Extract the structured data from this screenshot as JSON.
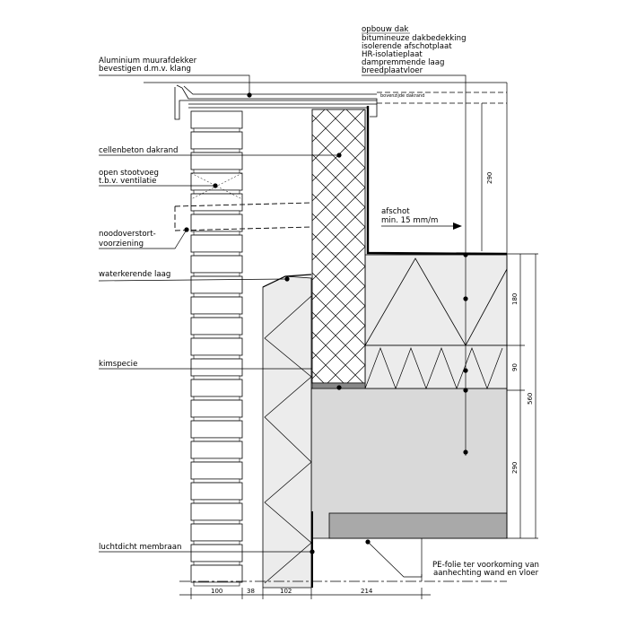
{
  "roof_buildup": {
    "title": "opbouw dak",
    "layers": [
      "bitumineuze dakbedekking",
      "isolerende afschotplaat",
      "HR-isolatieplaat",
      "dampremmende laag",
      "breedplaatvloer"
    ]
  },
  "labels": {
    "coping_1": "Aluminium muurafdekker",
    "coping_2": "bevestigen d.m.v. klang",
    "top_edge": "bovenzijde dakrand",
    "cellular_concrete": "cellenbeton dakrand",
    "vent_1": "open stootvoeg",
    "vent_2": "t.b.v. ventilatie",
    "overflow_1": "noodoverstort-",
    "overflow_2": "voorziening",
    "waterproof": "waterkerende laag",
    "kimspecie": "kimspecie",
    "airtight": "luchtdicht membraan",
    "slope_1": "afschot",
    "slope_2": "min. 15 mm/m",
    "pe_1": "PE-folie ter voorkoming van",
    "pe_2": "aanhechting wand en vloer"
  },
  "dimensions": {
    "bottom": [
      "100",
      "38",
      "102",
      "214"
    ],
    "right_edge": "290",
    "insulation_slope": "180",
    "insulation_hr": "90",
    "floor": "290",
    "total": "560"
  }
}
